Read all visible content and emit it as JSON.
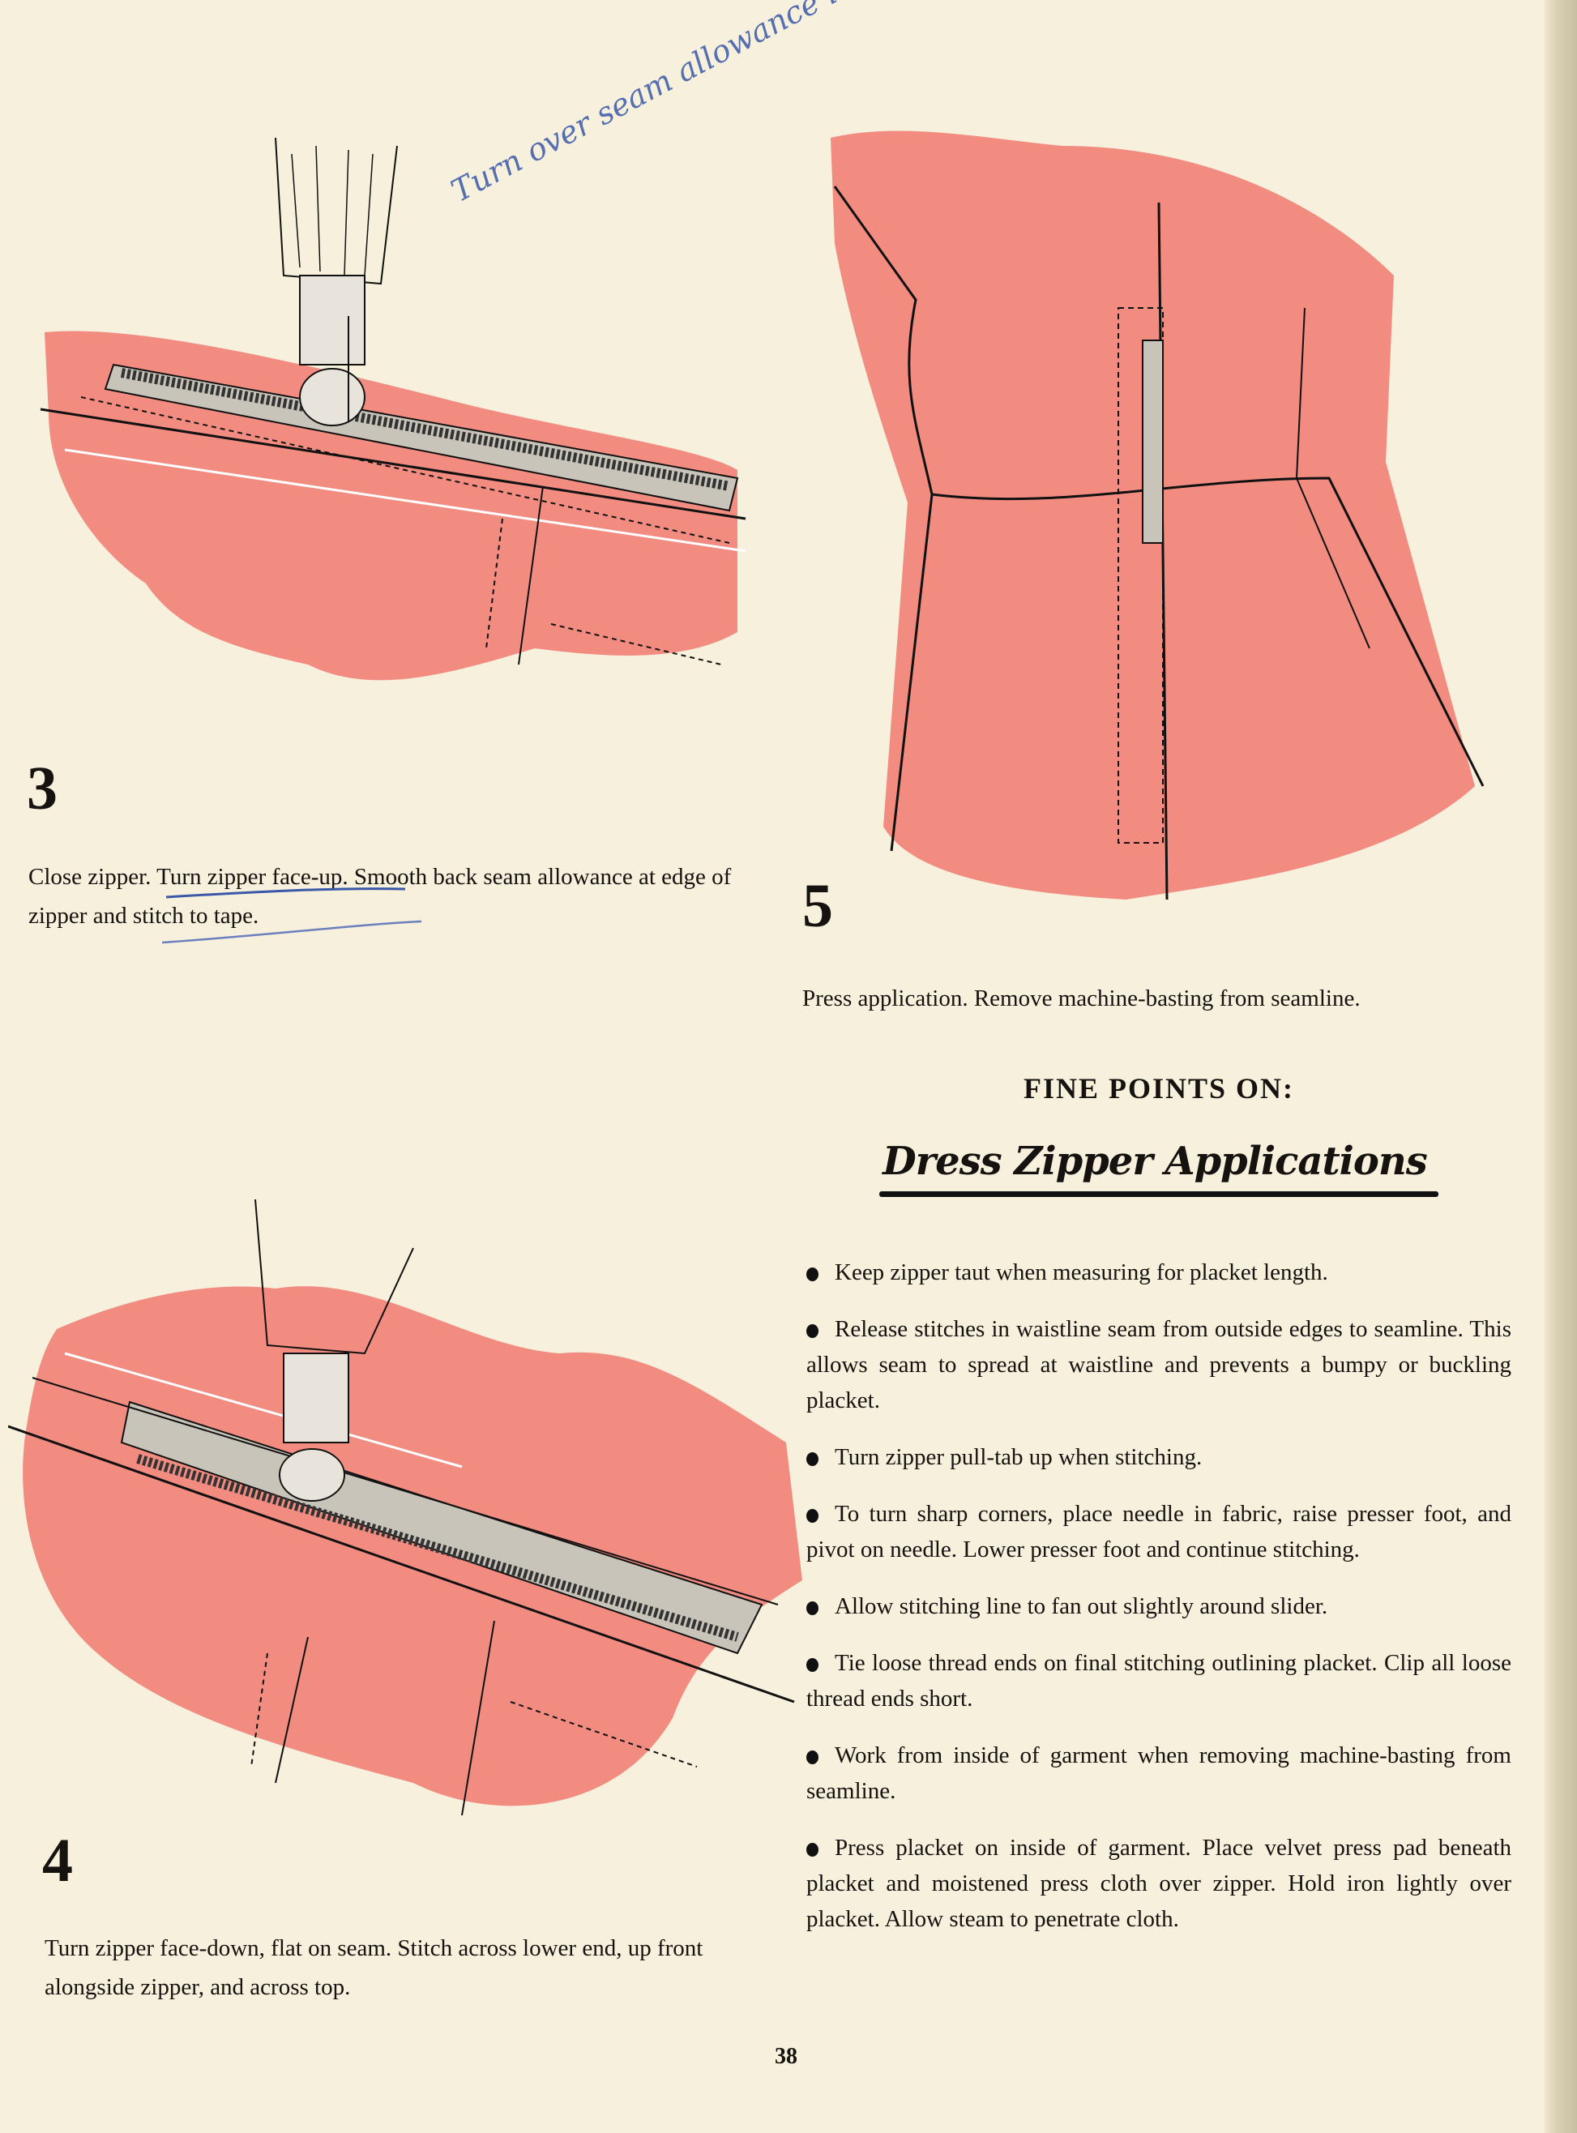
{
  "page_number": "38",
  "colors": {
    "paper": "#f6f0dc",
    "fabric_pink": "#f28b80",
    "zipper_tape": "#c9c4ba",
    "pen_ink": "#3a58a8"
  },
  "steps": [
    {
      "number": "3",
      "caption": "Close zipper. Turn zipper face-up. Smooth back seam allowance at edge of zipper and stitch to tape."
    },
    {
      "number": "4",
      "caption": "Turn zipper face-down, flat on seam. Stitch across lower end, up front alongside zipper, and across top."
    },
    {
      "number": "5",
      "caption": "Press application. Remove machine-basting from seamline."
    }
  ],
  "handwritten_note": "Turn over seam allowance in same place",
  "fine_points": {
    "heading": "FINE POINTS ON:",
    "title": "Dress Zipper Applications",
    "items": [
      "Keep zipper taut when measuring for placket length.",
      "Release stitches in waistline seam from outside edges to seamline. This allows seam to spread at waistline and prevents a bumpy or buckling placket.",
      "Turn zipper pull-tab up when stitching.",
      "To turn sharp corners, place needle in fabric, raise presser foot, and pivot on needle. Lower presser foot and continue stitching.",
      "Allow stitching line to fan out slightly around slider.",
      "Tie loose thread ends on final stitching outlining placket. Clip all loose thread ends short.",
      "Work from inside of garment when removing machine-basting from seamline.",
      "Press placket on inside of garment. Place velvet press pad beneath placket and moistened press cloth over zipper. Hold iron lightly over placket. Allow steam to penetrate cloth."
    ]
  }
}
